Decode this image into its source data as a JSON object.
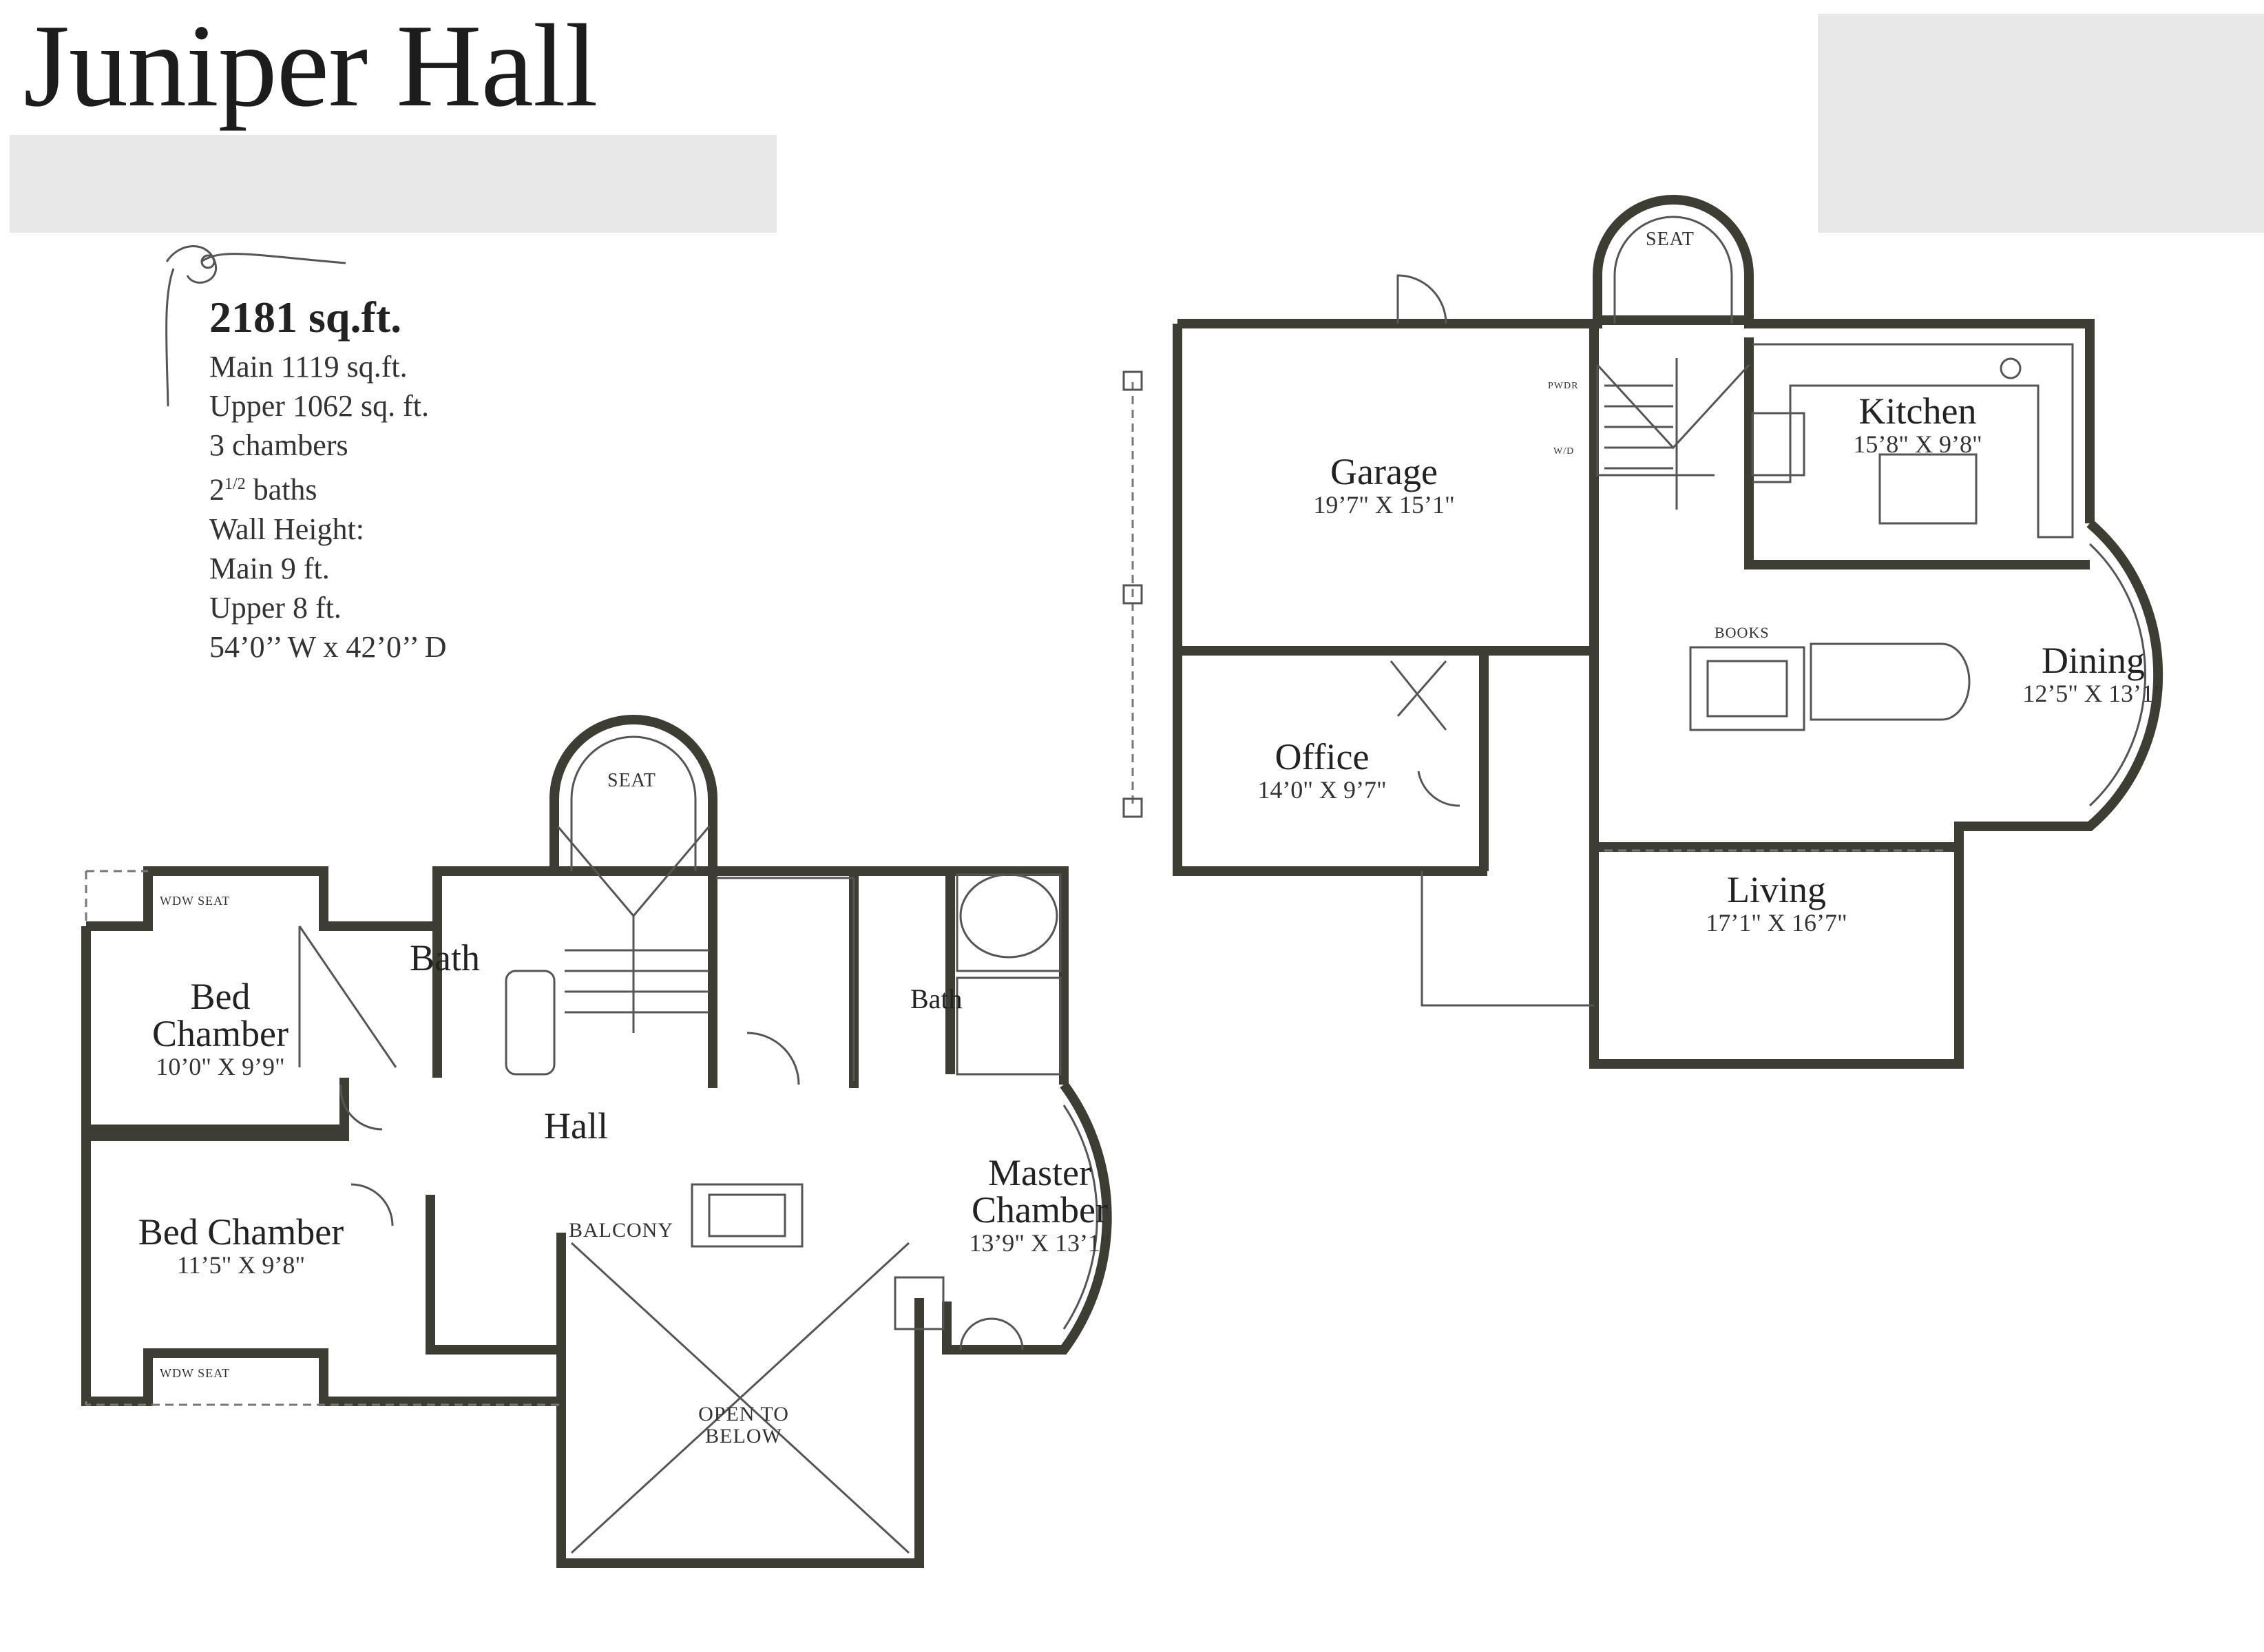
{
  "header": {
    "title": "Juniper Hall"
  },
  "specs": {
    "total": "2181 sq.ft.",
    "lines": [
      "Main 1119 sq.ft.",
      "Upper 1062 sq. ft.",
      "3 chambers"
    ],
    "baths_whole": "2",
    "baths_half": "1/2",
    "baths_word": " baths",
    "lines2": [
      "Wall Height:",
      "Main 9 ft.",
      "Upper 8 ft.",
      "54’0’’ W x 42’0’’ D"
    ]
  },
  "main_floor": {
    "garage": {
      "name": "Garage",
      "dim": "19’7\" X 15’1\""
    },
    "kitchen": {
      "name": "Kitchen",
      "dim": "15’8\" X 9’8\""
    },
    "dining": {
      "name": "Dining",
      "dim": "12’5\" X 13’1\""
    },
    "office": {
      "name": "Office",
      "dim": "14’0\" X 9’7\""
    },
    "living": {
      "name": "Living",
      "dim": "17’1\" X 16’7\""
    },
    "seat": "SEAT",
    "books": "BOOKS",
    "pwdr": "PWDR",
    "wd": "W/D"
  },
  "upper_floor": {
    "bed1": {
      "name_a": "Bed",
      "name_b": "Chamber",
      "dim": "10’0\" X 9’9\""
    },
    "bed2": {
      "name": "Bed Chamber",
      "dim": "11’5\" X 9’8\""
    },
    "bath1": "Bath",
    "bath2": "Bath",
    "hall": "Hall",
    "master": {
      "name_a": "Master",
      "name_b": "Chamber",
      "dim": "13’9\" X 13’1\""
    },
    "balcony": "BALCONY",
    "open_a": "OPEN TO",
    "open_b": "BELOW",
    "seat": "SEAT",
    "wdw_seat_top": "WDW SEAT",
    "wdw_seat_bottom": "WDW SEAT"
  },
  "colors": {
    "wall_fill": "#b9b59a",
    "wall_stroke": "#3d3d33",
    "gray_box": "#e8e8e8"
  }
}
